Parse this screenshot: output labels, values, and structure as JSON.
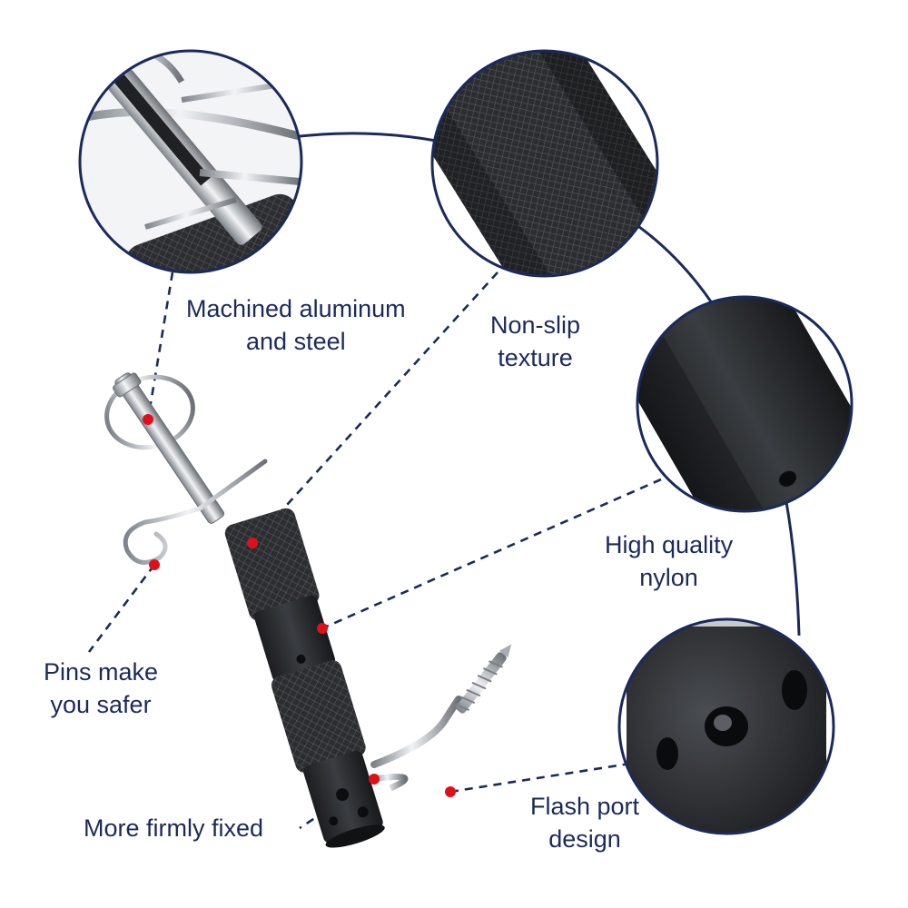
{
  "colors": {
    "accent": "#1b2a5c",
    "marker": "#e0101a",
    "product": "#26282b",
    "metal": "#b9bdc2",
    "background": "#ffffff"
  },
  "features": [
    {
      "id": "aluminum",
      "lines": [
        "Machined aluminum",
        "and steel"
      ]
    },
    {
      "id": "texture",
      "lines": [
        "Non-slip",
        "texture"
      ]
    },
    {
      "id": "nylon",
      "lines": [
        "High quality",
        "nylon"
      ]
    },
    {
      "id": "pins",
      "lines": [
        "Pins make",
        "you safer"
      ]
    },
    {
      "id": "fixed",
      "lines": [
        "More firmly fixed"
      ]
    },
    {
      "id": "flash",
      "lines": [
        "Flash port",
        "design"
      ]
    }
  ]
}
